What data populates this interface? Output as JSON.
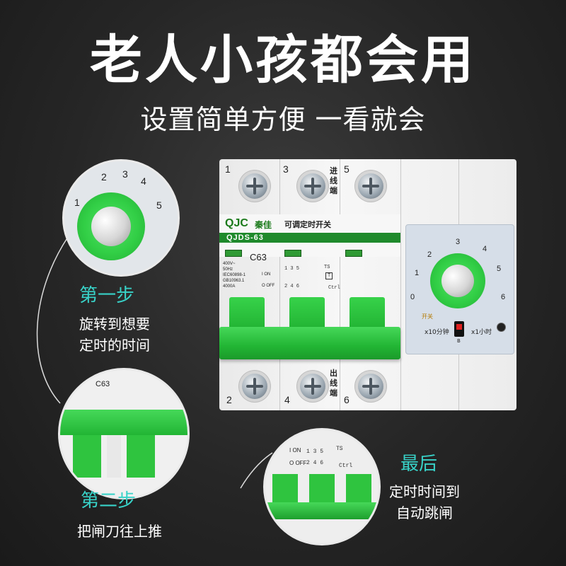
{
  "headline": "老人小孩都会用",
  "subline": "设置简单方便 一看就会",
  "steps": {
    "one": {
      "title": "第一步",
      "desc_line1": "旋转到想要",
      "desc_line2": "定时的时间"
    },
    "two": {
      "title": "第二步",
      "desc": "把闸刀往上推"
    },
    "final": {
      "title": "最后",
      "desc_line1": "定时时间到",
      "desc_line2": "自动跳闸"
    }
  },
  "breaker": {
    "brand": "QJC",
    "brand_cn": "秦佳",
    "product_name": "可调定时开关",
    "model": "QJDS-63",
    "rating": "C63",
    "spec_lines": [
      "400V~",
      "50Hz",
      "IEC60898-1",
      "GB10963.1",
      "4000A"
    ],
    "on_label": "I ON",
    "off_label": "O OFF",
    "terminals_top": [
      "1",
      "3",
      "5"
    ],
    "terminals_bottom": [
      "2",
      "4",
      "6"
    ],
    "incoming_label": "进线端",
    "outgoing_label": "出线端",
    "schematic_top": "1 3 5",
    "schematic_bottom": "2 4 6",
    "ts_label": "TS",
    "ctrl_label": "Ctrl",
    "t_label": "T"
  },
  "timer": {
    "dial_numbers": [
      "0",
      "1",
      "2",
      "3",
      "4",
      "5",
      "6"
    ],
    "switch_left": "x10分钟",
    "switch_right": "x1小时",
    "switch_letter": "B",
    "off_mark": "开关"
  },
  "colors": {
    "accent_teal": "#38d2c8",
    "breaker_green": "#22b534",
    "brand_green": "#1f8a2c"
  }
}
